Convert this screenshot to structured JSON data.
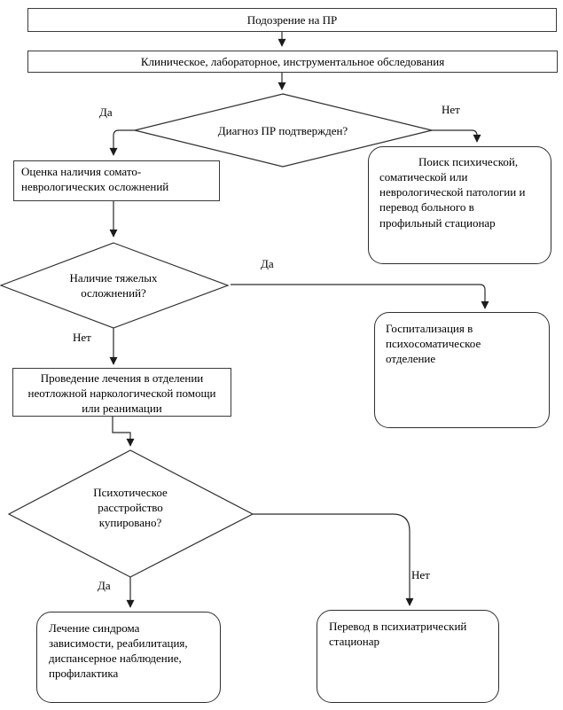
{
  "diagram": {
    "nodes": {
      "suspicion": {
        "label": "Подозрение на ПР"
      },
      "examination": {
        "label": "Клиническое, лабораторное, инструментальное обследования"
      },
      "d1": {
        "label": "Диагноз ПР подтвержден?"
      },
      "assessment": {
        "label": "Оценка наличия сомато-\nневрологических осложнений"
      },
      "search": {
        "label": "Поиск психической,\nсоматической или\nневрологической патологии и\nперевод больного в\nпрофильный стационар"
      },
      "d2": {
        "label": "Наличие тяжелых\nосложнений?"
      },
      "hosp": {
        "label": "Госпитализация в\nпсихосоматическое\nотделение"
      },
      "treatment": {
        "label": "Проведение лечения в отделении\nнеотложной наркологической помощи\nили реанимации"
      },
      "d3": {
        "label": "Психотическое\nрасстройство\nкупировано?"
      },
      "dependence": {
        "label": "Лечение синдрома\nзависимости, реабилитация,\nдиспансерное наблюдение,\nпрофилактика"
      },
      "psychiatric": {
        "label": "Перевод в психиатрический\nстационар"
      }
    },
    "edge_labels": {
      "d1_yes": "Да",
      "d1_no": "Нет",
      "d2_yes": "Да",
      "d2_no": "Нет",
      "d3_yes": "Да",
      "d3_no": "Нет"
    },
    "colors": {
      "line": "#262626",
      "border": "#3a3a3a",
      "background": "#ffffff",
      "text": "#000000"
    }
  }
}
